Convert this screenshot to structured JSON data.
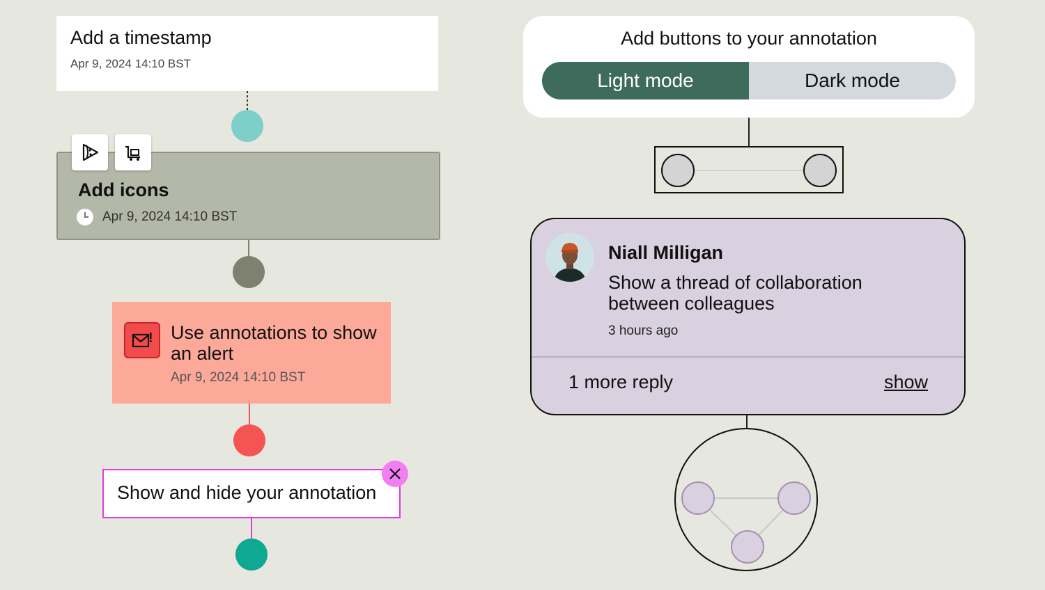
{
  "colors": {
    "background": "#e6e8df",
    "node_teal_light": "#7ecfc9",
    "node_olive": "#7e8170",
    "node_red": "#f45454",
    "node_teal": "#0fa892",
    "light_mode_bg": "#3e6b5c",
    "dark_mode_bg": "#d4d9df",
    "alert_bg": "#fca99a",
    "comment_bg": "#d9d1df",
    "show_hide_border": "#e23ae2"
  },
  "timestamp_card": {
    "title": "Add a timestamp",
    "date": "Apr 9, 2024 14:10 BST"
  },
  "icons_card": {
    "title": "Add icons",
    "date": "Apr 9, 2024 14:10 BST",
    "icons": [
      "pizza-slice-icon",
      "shopping-cart-icon",
      "clock-icon"
    ]
  },
  "alert_card": {
    "title": "Use annotations to show an alert",
    "date": "Apr 9, 2024 14:10 BST",
    "icon": "mail-alert-icon"
  },
  "show_hide_card": {
    "title": "Show and hide your annotation",
    "close_icon": "close-icon"
  },
  "buttons_card": {
    "title": "Add buttons to your annotation",
    "options": [
      "Light mode",
      "Dark mode"
    ],
    "selected": "Light mode"
  },
  "comment_card": {
    "author": "Niall Milligan",
    "message": "Show a thread of collaboration between colleagues",
    "time": "3 hours ago",
    "replies": "1 more reply",
    "show_link": "show"
  }
}
